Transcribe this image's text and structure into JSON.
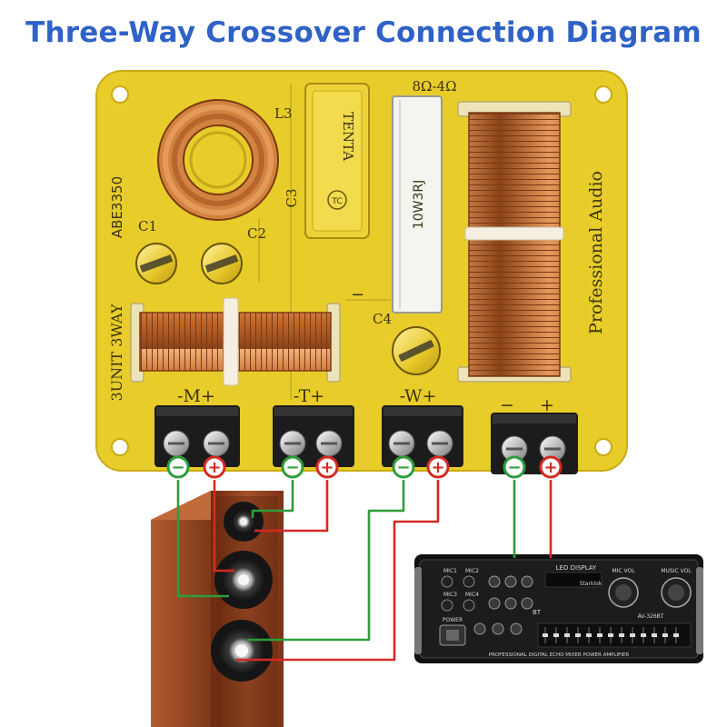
{
  "title": "Three-Way Crossover Connection Diagram",
  "board": {
    "impedance": "8Ω-4Ω",
    "resistor_text": "10W3RJ",
    "cap_text": "TENTA",
    "cap_logo": "TC",
    "model": "ABE3350",
    "type_text": "3UNIT 3WAY",
    "brand_text": "Professional Audio",
    "labels": {
      "l3": "L3",
      "c1": "C1",
      "c2": "C2",
      "c3": "C3",
      "c4": "C4"
    },
    "groups": {
      "m": "-M+",
      "t": "-T+",
      "w": "-W+",
      "in_neg": "−",
      "in_pos": "+"
    }
  },
  "symbols": {
    "negative": "−",
    "positive": "+"
  },
  "amplifier": {
    "top_display": "LED DISPLAY",
    "brand": "Starklok",
    "model": "AV-326BT",
    "bottom_text": "PROFESSIONAL DIGITAL ECHO MIXER POWER AMPLIFIER",
    "mic_labels": [
      "MIC1",
      "MIC2",
      "MIC3",
      "MIC4"
    ],
    "knob_left": "MIC VOL",
    "knob_right": "MUSIC VOL",
    "power": "POWER",
    "bt": "BT"
  },
  "colors": {
    "title": "#2f62c6",
    "board": "#e8cc2a",
    "wire_neg": "#2e9d3a",
    "wire_pos": "#d42a22",
    "copper": "#c87838"
  }
}
